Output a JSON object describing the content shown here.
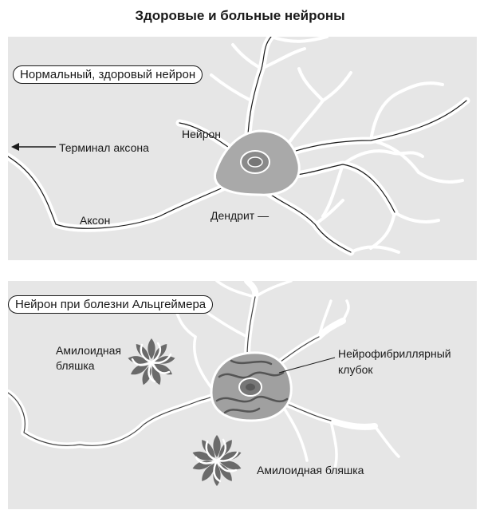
{
  "title": "Здоровые и больные нейроны",
  "healthy": {
    "caption": "Нормальный, здоровый нейрон",
    "labels": {
      "neuron": "Нейрон",
      "axon_terminal": "Терминал аксона",
      "axon": "Аксон",
      "dendrite": "Дендрит —"
    }
  },
  "alzheimer": {
    "caption": "Нейрон при болезни Альцгеймера",
    "labels": {
      "plaque_1": "Амилоидная\nбляшка",
      "tangle": "Нейрофибриллярный\nклубок",
      "plaque_2": "Амилоидная бляшка"
    }
  },
  "colors": {
    "panel_bg": "#e6e6e6",
    "cell_body": "#a9a9a9",
    "nucleus": "#777777",
    "plaque": "#6a6a6a",
    "outline": "#ffffff"
  }
}
